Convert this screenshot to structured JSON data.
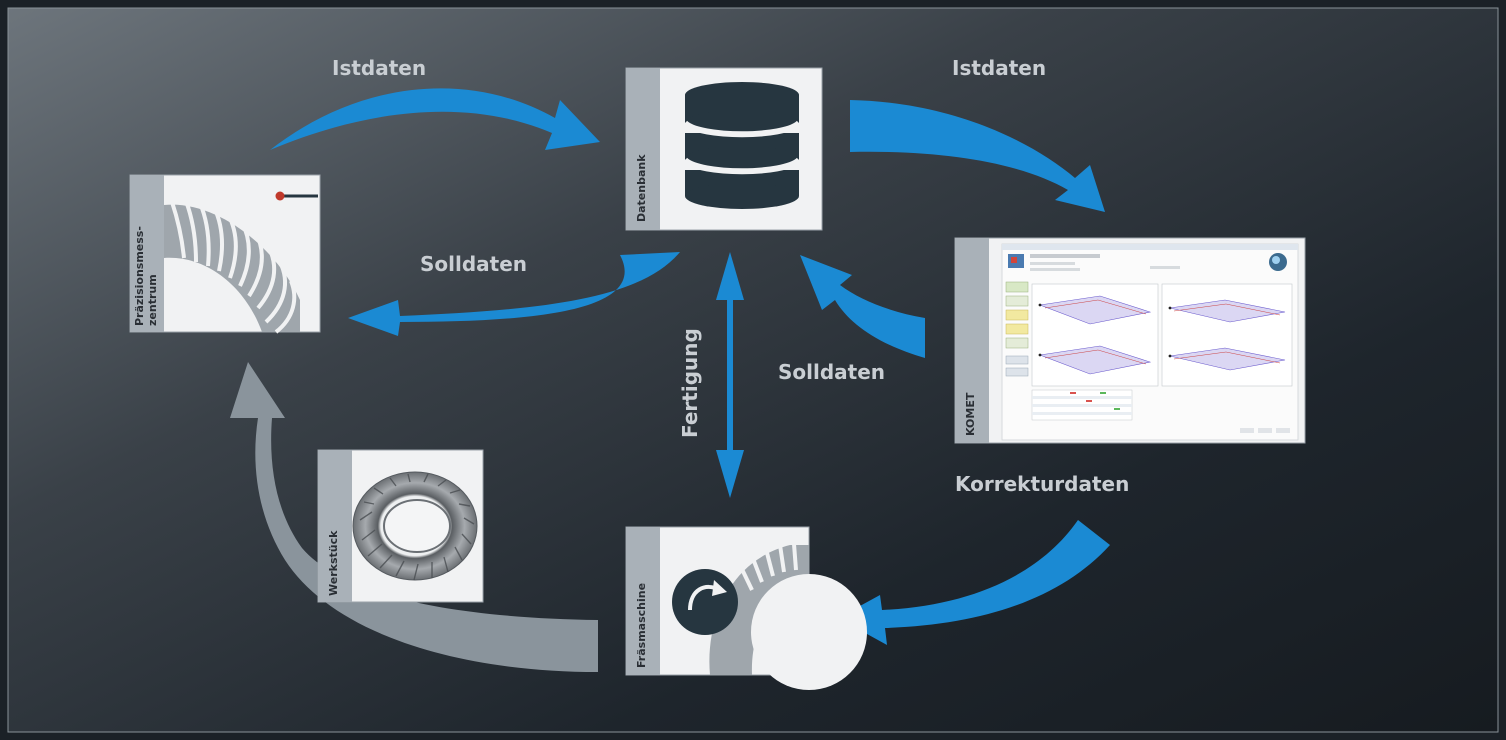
{
  "nodes": {
    "db": "Datenbank",
    "pmz_line1": "Präzisionsmess-",
    "pmz_line2": "zentrum",
    "komet": "KOMET",
    "werkstueck": "Werkstück",
    "fraes": "Fräsmaschine"
  },
  "arrows": {
    "istdaten_left": "Istdaten",
    "istdaten_right": "Istdaten",
    "solldaten_left": "Solldaten",
    "solldaten_right": "Solldaten",
    "fertigung": "Fertigung",
    "korrekturdaten": "Korrekturdaten"
  },
  "colors": {
    "background": "#1b2127",
    "arrow_blue": "#1b8ad3",
    "arrow_gray": "#8a949c",
    "panel": "#f1f2f3",
    "panel_bar": "#a9b1b8",
    "text": "#c9ced3"
  }
}
